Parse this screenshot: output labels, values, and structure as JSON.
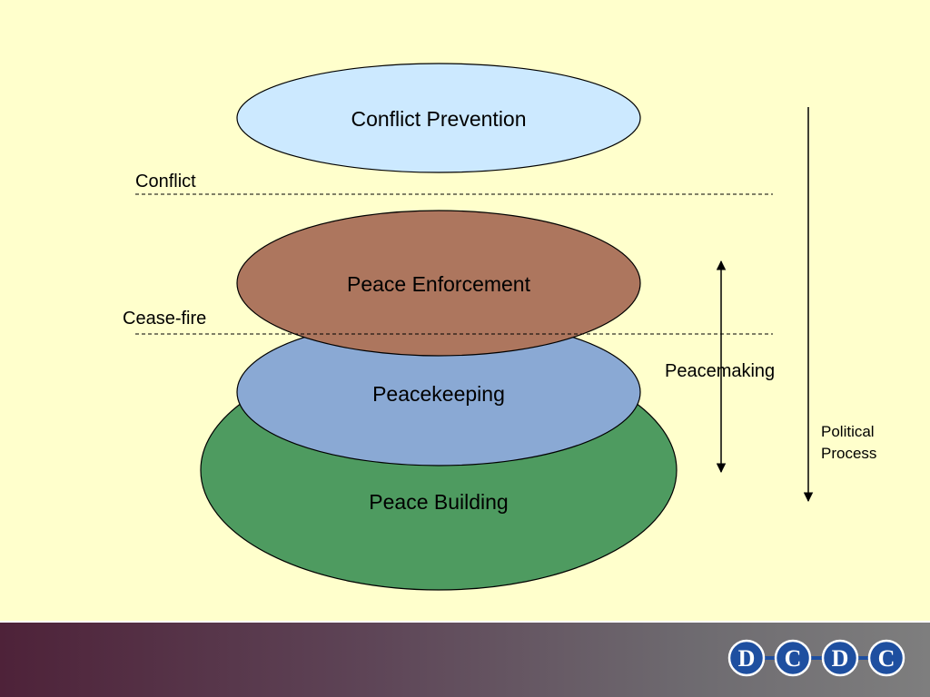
{
  "ovals": {
    "conflict_prevention": "Conflict Prevention",
    "peace_enforcement": "Peace Enforcement",
    "peacekeeping": "Peacekeeping",
    "peace_building": "Peace Building"
  },
  "lines": {
    "conflict": "Conflict",
    "cease_fire": "Cease-fire"
  },
  "arrows": {
    "peacemaking": "Peacemaking",
    "political_process_line1": "Political",
    "political_process_line2": "Process"
  },
  "logo": {
    "letters": [
      "D",
      "C",
      "D",
      "C"
    ]
  },
  "colors": {
    "background": "#FFFFCC",
    "conflict_prevention": "#CCE9FF",
    "peace_enforcement": "#AD765E",
    "peacekeeping": "#8AA9D4",
    "peace_building": "#4E9B60",
    "logo_blue": "#1E4FA0"
  }
}
